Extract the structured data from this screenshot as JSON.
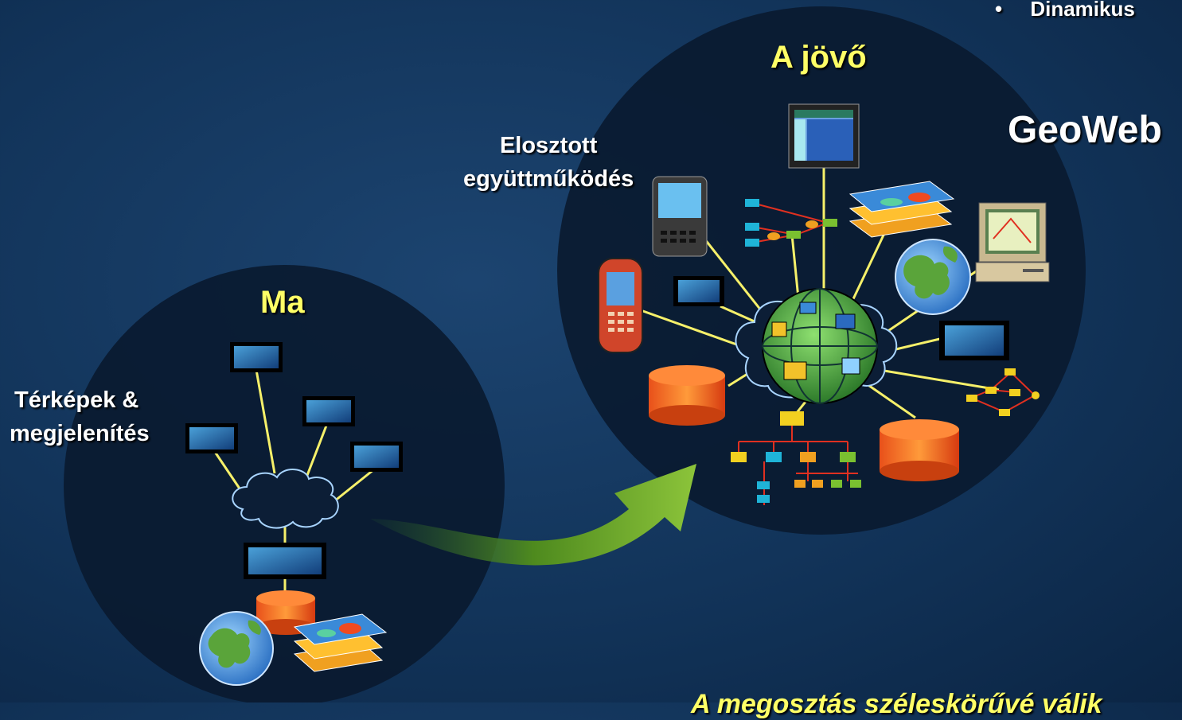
{
  "bullet": {
    "marker": "•",
    "text": "Dinamikus"
  },
  "future_title": "A jövő",
  "geoweb_label": "GeoWeb",
  "distributed_label": [
    "Elosztott",
    "együttműködés"
  ],
  "today_title": "Ma",
  "maps_label": [
    "Térképek &",
    "megjelenítés"
  ],
  "bottom_caption": "A megosztás széleskörűvé válik",
  "colors": {
    "accent": "#ffff66",
    "text": "#ffffff",
    "arrow": "#6aa02a",
    "circle": "#0b1c33"
  }
}
